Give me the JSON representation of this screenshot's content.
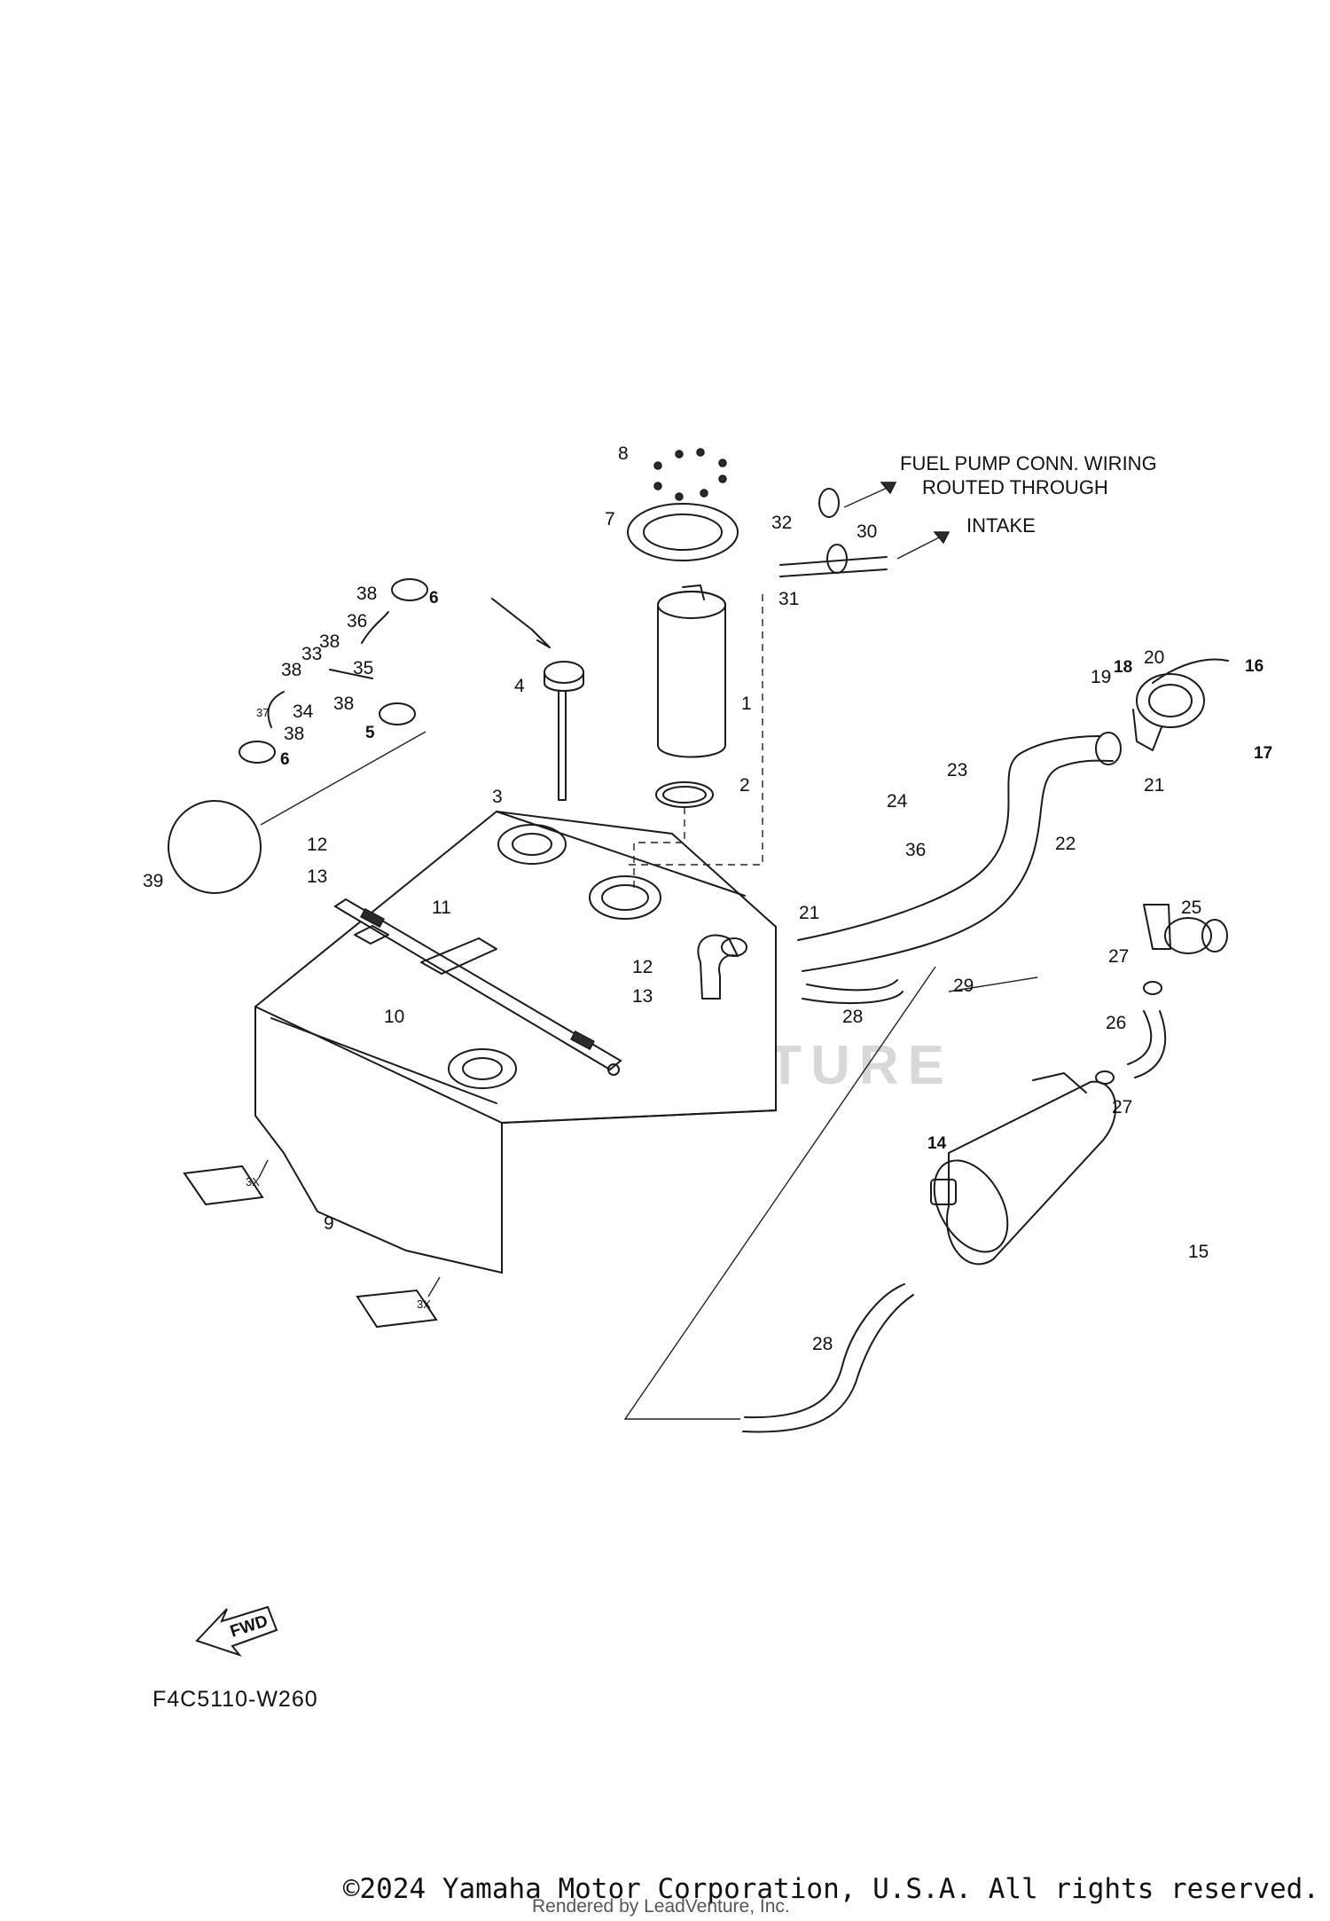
{
  "diagram": {
    "code": "F4C5110-W260",
    "watermark": "LEADVENTURE",
    "notes": {
      "fuel_pump_wiring_line1": "FUEL PUMP CONN. WIRING",
      "fuel_pump_wiring_line2": "ROUTED THROUGH",
      "intake": "INTAKE"
    },
    "fwd_label": "FWD",
    "qty_label": "3X",
    "callouts": {
      "c1": "1",
      "c2": "2",
      "c3": "3",
      "c4": "4",
      "c5": "5",
      "c6a": "6",
      "c6b": "6",
      "c7": "7",
      "c8": "8",
      "c9": "9",
      "c10": "10",
      "c11": "11",
      "c12a": "12",
      "c12b": "12",
      "c13a": "13",
      "c13b": "13",
      "c14": "14",
      "c15": "15",
      "c16": "16",
      "c17": "17",
      "c18": "18",
      "c19": "19",
      "c20": "20",
      "c21a": "21",
      "c21b": "21",
      "c22": "22",
      "c23": "23",
      "c24": "24",
      "c25": "25",
      "c26": "26",
      "c27a": "27",
      "c27b": "27",
      "c28a": "28",
      "c28b": "28",
      "c29": "29",
      "c30": "30",
      "c31": "31",
      "c32": "32",
      "c33": "33",
      "c34": "34",
      "c35": "35",
      "c36a": "36",
      "c36b": "36",
      "c37": "37",
      "c38a": "38",
      "c38b": "38",
      "c38c": "38",
      "c38d": "38",
      "c38e": "38",
      "c39": "39"
    }
  },
  "footer": {
    "copyright": "©2024 Yamaha Motor Corporation, U.S.A. All rights reserved.",
    "rendered_by": "Rendered by LeadVenture, Inc."
  }
}
